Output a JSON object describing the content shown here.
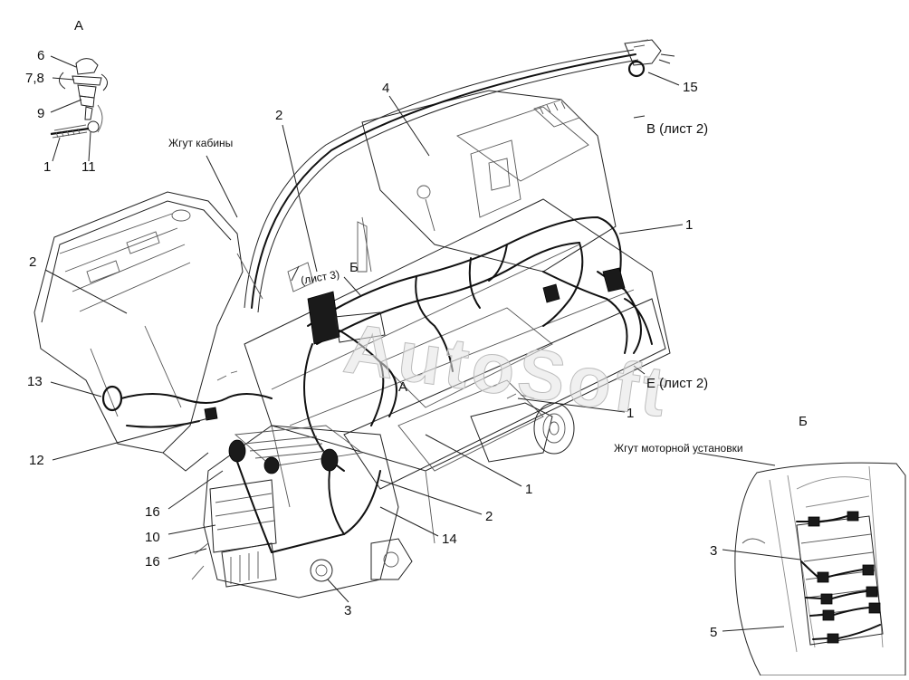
{
  "watermark": "AutoSoft",
  "views": {
    "view_a_title": "А",
    "view_b_title": "Б",
    "view_b_label_on_main": "Б",
    "view_a_label_on_main": "А",
    "ref_v": "В (лист 2)",
    "ref_e": "Е (лист 2)",
    "ref_list3": "(лист 3)"
  },
  "captions": {
    "cab_harness": "Жгут кабины",
    "engine_harness": "Жгут моторной установки"
  },
  "callouts": {
    "detail_a": [
      "6",
      "7,8",
      "9",
      "1",
      "11"
    ],
    "main": {
      "n2_top": "2",
      "n4": "4",
      "n15": "15",
      "n1_right": "1",
      "n2_left": "2",
      "n13": "13",
      "n12": "12",
      "n1_mid": "1",
      "n1_bottom": "1",
      "n2_bottom": "2",
      "n16_top": "16",
      "n10": "10",
      "n16_bottom": "16",
      "n14": "14",
      "n3": "3"
    },
    "detail_b": [
      "3",
      "5"
    ]
  }
}
